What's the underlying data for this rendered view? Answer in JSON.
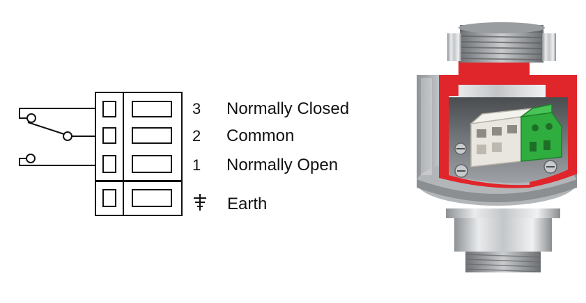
{
  "terminals": [
    {
      "number": "3",
      "label": "Normally Closed"
    },
    {
      "number": "2",
      "label": "Common"
    },
    {
      "number": "1",
      "label": "Normally Open"
    }
  ],
  "earth": {
    "label": "Earth",
    "icon": "earth-ground-icon"
  },
  "photo": {
    "subject": "cutaway-sensor-housing-icon",
    "accent_color": "#e0262a",
    "terminal_block_color": "#2fae3f"
  },
  "colors": {
    "line": "#111111",
    "text": "#111111",
    "metal": "#b9bcbf"
  }
}
